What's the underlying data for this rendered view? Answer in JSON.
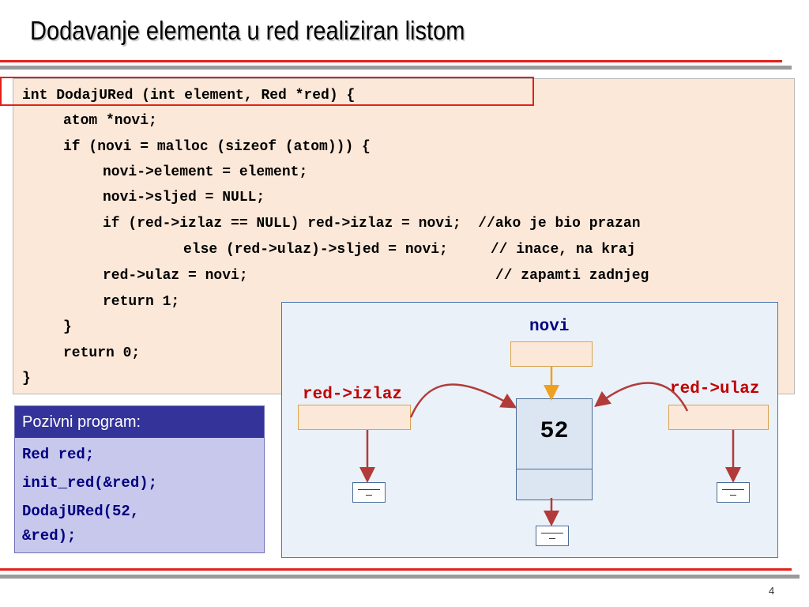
{
  "slide": {
    "title": "Dodavanje elementa u red realiziran listom",
    "page_number": "4"
  },
  "code": {
    "lines": [
      "int DodajURed (int element, Red *red) {",
      "atom *novi;",
      "if (novi = malloc (sizeof (atom))) {",
      "novi->element = element;",
      "novi->sljed = NULL;",
      "if (red->izlaz == NULL) red->izlaz = novi;  //ako je bio prazan",
      "else (red->ulaz)->sljed = novi;     // inace, na kraj",
      "red->ulaz = novi;                             // zapamti zadnjeg",
      "return 1;",
      "}",
      "return 0;",
      "}"
    ]
  },
  "caller": {
    "heading": "Pozivni program:",
    "lines": [
      "Red red;",
      "init_red(&red);",
      "DodajURed(52,",
      "&red);"
    ]
  },
  "diagram": {
    "label_novi": "novi",
    "label_izlaz": "red->izlaz",
    "label_ulaz": "red->ulaz",
    "node_value": "52"
  },
  "colors": {
    "accent_red": "#e3201b",
    "code_bg": "#fce8d8",
    "caller_header": "#333399",
    "label_red": "#c00000",
    "label_blue": "#000080",
    "arrow_orange": "#f0a020",
    "curve_red": "#b33a3a"
  }
}
